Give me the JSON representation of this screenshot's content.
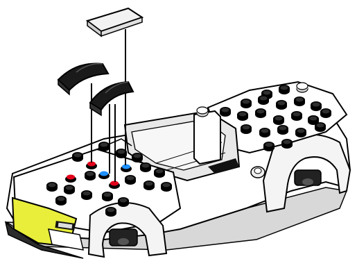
{
  "instruction_step": {
    "description_hidden": "",
    "model_badge_text": "",
    "colors": {
      "body_white": "#ffffff",
      "body_shade": "#e6e6e6",
      "body_mid": "#cfcfcf",
      "outline": "#000000",
      "dark_piece": "#1a1a1a",
      "accent_yellow": "#e8ee3a",
      "stud_red": "#e3001b",
      "stud_blue": "#1e90ff",
      "tile_light": "#f2f2f2"
    },
    "new_parts": [
      {
        "name": "flat-tile",
        "color": "tile_light"
      },
      {
        "name": "curved-slope-left",
        "color": "dark_piece"
      },
      {
        "name": "curved-slope-right",
        "color": "dark_piece"
      }
    ],
    "markers": [
      {
        "name": "red-marker-a",
        "color": "stud_red"
      },
      {
        "name": "red-marker-b",
        "color": "stud_red"
      },
      {
        "name": "red-marker-c",
        "color": "stud_red"
      },
      {
        "name": "blue-marker-a",
        "color": "stud_blue"
      },
      {
        "name": "blue-marker-b",
        "color": "stud_blue"
      }
    ]
  }
}
